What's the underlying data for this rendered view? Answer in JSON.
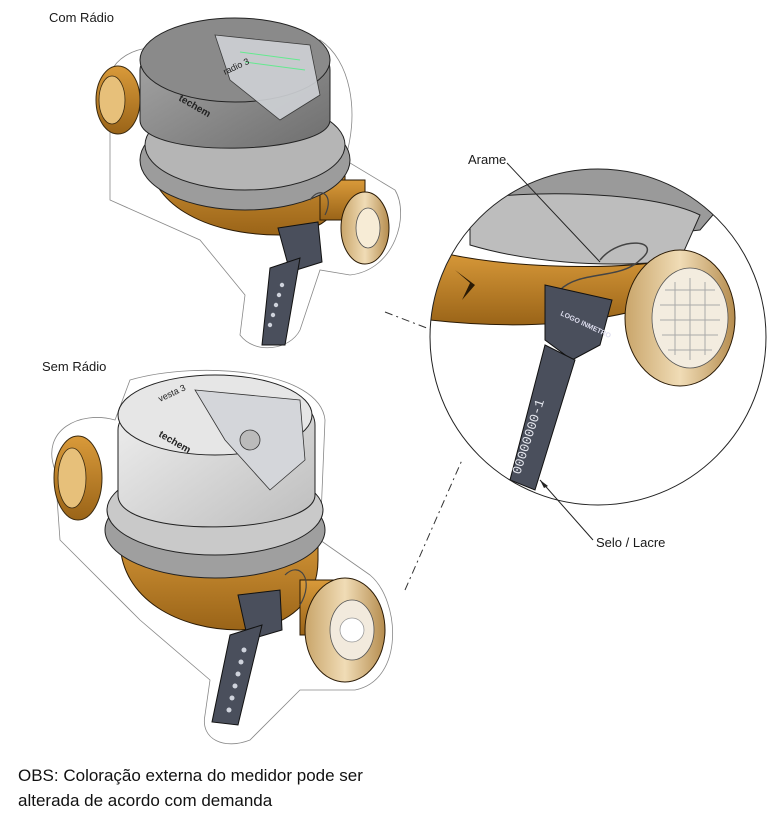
{
  "labels": {
    "com_radio": "Com Rádio",
    "sem_radio": "Sem Rádio",
    "arame": "Arame",
    "selo_lacre": "Selo / Lacre"
  },
  "meter_top": {
    "radio_text": "radio 3",
    "brand": "techem"
  },
  "meter_bottom": {
    "radio_text": "vesta 3",
    "brand": "techem"
  },
  "seal": {
    "text": "LOGO INMETRO",
    "number": "00000000-1"
  },
  "note": {
    "line1": "OBS: Coloração externa do medidor pode ser",
    "line2": "alterada de acordo com demanda"
  },
  "colors": {
    "brass": "#c8892a",
    "brass_dark": "#8a5a14",
    "cap_grey": "#8c8c8c",
    "body_light": "#d9d9d9",
    "seal_dark": "#4a4f5c",
    "connector": "#e0c89a"
  }
}
